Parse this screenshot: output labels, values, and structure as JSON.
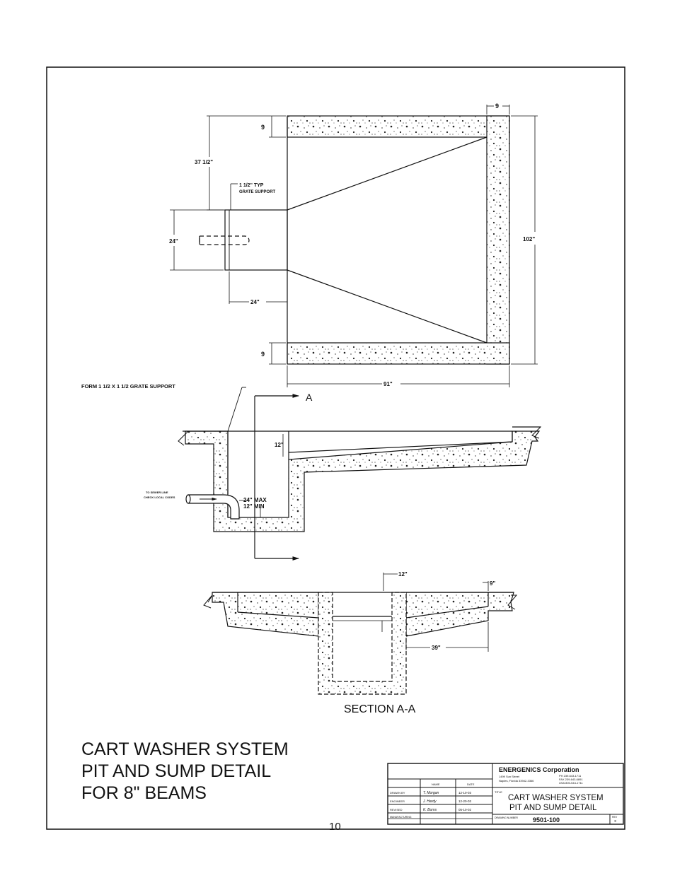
{
  "plan": {
    "dim_9_right": "9",
    "dim_9_top": "9",
    "dim_9_bottom": "9",
    "dim_37_5": "37 1/2\"",
    "grate_support_line1": "1 1/2\" TYP",
    "grate_support_line2": "GRATE SUPPORT",
    "dim_24_height": "24\"",
    "dim_24_width": "24\"",
    "dim_102": "102\"",
    "dim_91": "91\""
  },
  "elevation": {
    "form_note": "FORM 1 1/2 X 1 1/2 GRATE SUPPORT",
    "section_mark": "A",
    "dim_12": "12\"",
    "sewer_note_line1": "TO SEWER LINE",
    "sewer_note_line2": "CHECK LOCAL CODES",
    "pipe_max": "24\" MAX",
    "pipe_min": "12\" MIN"
  },
  "section": {
    "dim_12": "12\"",
    "dim_9": "9\"",
    "dim_39": "39\"",
    "title": "SECTION A-A"
  },
  "main_title": {
    "line1": "CART WASHER SYSTEM",
    "line2": "PIT AND SUMP DETAIL",
    "line3": "FOR 8\" BEAMS"
  },
  "title_block": {
    "company": "ENERGENICS Corporation",
    "address_line1": "1499 Sun Street",
    "address_line2": "Naples, Florida 33942-3366",
    "phone_line1": "PH 239-643-1711",
    "phone_line2": "FAX 239-643-6891",
    "phone_line3": "USA 800-544-1711",
    "col_name": "NAME",
    "col_date": "DATE",
    "rows": [
      {
        "role": "DRAWN BY",
        "name": "T. Morgan",
        "date": "12-10-03"
      },
      {
        "role": "ENGINEER",
        "name": "J. Hardy",
        "date": "12-20-03"
      },
      {
        "role": "REVISED",
        "name": "K. Burns",
        "date": "05-10-02"
      },
      {
        "role": "MANUFACTURING",
        "name": "",
        "date": ""
      }
    ],
    "title_label": "TITLE",
    "title_line1": "CART WASHER SYSTEM",
    "title_line2": "PIT AND SUMP DETAIL",
    "drawing_number_label": "DRAWING NUMBER",
    "drawing_number": "9501-100",
    "rev_label": "REV",
    "rev_value": "-"
  },
  "page_number": "10"
}
